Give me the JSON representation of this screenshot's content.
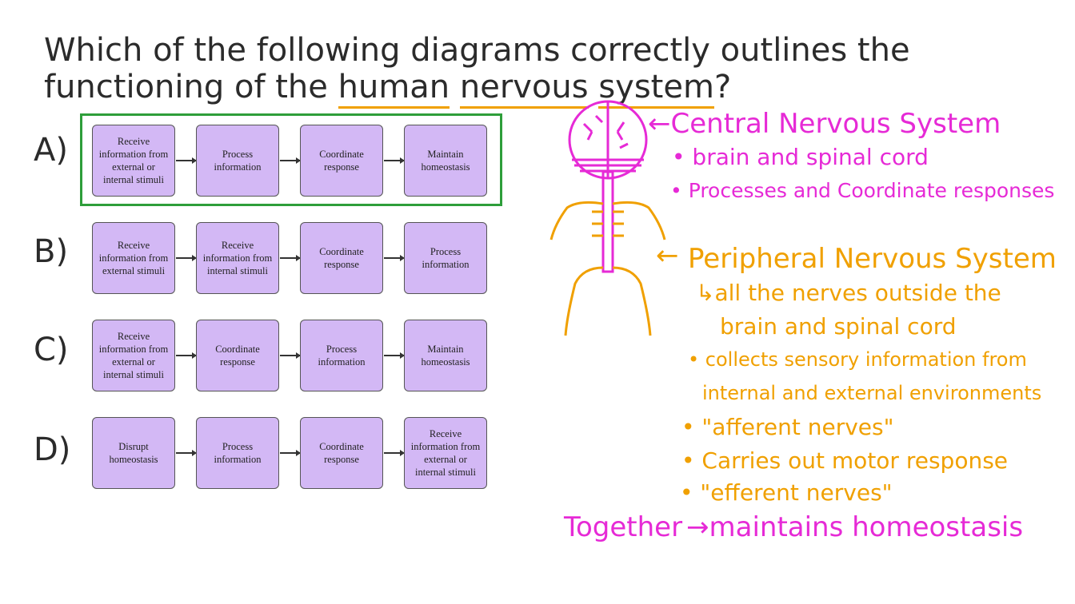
{
  "question": {
    "part1": "Which of the following diagrams correctly outlines the functioning of the",
    "ul1": "human",
    "ul2": "nervous",
    "ul3": "system",
    "end": "?"
  },
  "options": [
    {
      "letter": "A)",
      "steps": [
        "Receive information from external or internal stimuli",
        "Process information",
        "Coordinate response",
        "Maintain homeostasis"
      ]
    },
    {
      "letter": "B)",
      "steps": [
        "Receive information from external stimuli",
        "Receive information from internal stimuli",
        "Coordinate response",
        "Process information"
      ]
    },
    {
      "letter": "C)",
      "steps": [
        "Receive information from external or internal stimuli",
        "Coordinate response",
        "Process information",
        "Maintain homeostasis"
      ]
    },
    {
      "letter": "D)",
      "steps": [
        "Disrupt homeostasis",
        "Process information",
        "Coordinate response",
        "Receive information from external or internal stimuli"
      ]
    }
  ],
  "notes": {
    "cns_title": "←Central Nervous System",
    "cns_1": "• brain and spinal cord",
    "cns_2": "• Processes and Coordinate responses",
    "pns_arrow": "←",
    "pns_title": "Peripheral Nervous System",
    "pns_1": "↳all the nerves outside the",
    "pns_1b": "brain and spinal cord",
    "pns_2": "• collects sensory information from",
    "pns_2b": "internal and external environments",
    "pns_3": "• \"afferent nerves\"",
    "pns_4": "• Carries out motor response",
    "pns_5": "• \"efferent nerves\"",
    "together": "Together",
    "together_rest": "→maintains homeostasis"
  },
  "colors": {
    "highlight": "#2e9e3a",
    "magenta": "#e62ad6",
    "orange": "#f0a000",
    "box": "#d3b8f5"
  }
}
